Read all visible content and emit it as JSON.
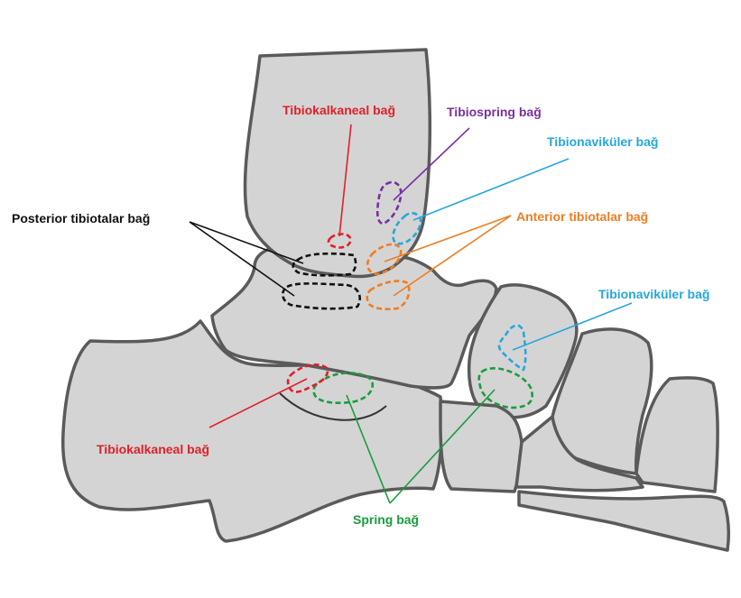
{
  "labels": {
    "tibiocalcaneal_top": "Tibiokalkaneal  bağ",
    "tibiospring": "Tibiospring  bağ",
    "tibionavicular_top": "Tibionaviküler  bağ",
    "posterior_tibiotalar": "Posterior  tibiotalar  bağ",
    "anterior_tibiotalar": "Anterior  tibiotalar  bağ",
    "tibionavicular_right": "Tibionaviküler  bağ",
    "tibiocalcaneal_bottom": "Tibiokalkaneal  bağ",
    "spring": "Spring  bağ"
  },
  "colors": {
    "tibiocalcaneal": "#e0202a",
    "tibiospring": "#7a2fa0",
    "tibionavicular": "#27a6dd",
    "posterior_tibiotalar": "#111111",
    "anterior_tibiotalar": "#ef7d22",
    "spring": "#1a9c3e",
    "bone_fill": "#d4d4d4",
    "bone_outline": "#5a5a5a"
  }
}
